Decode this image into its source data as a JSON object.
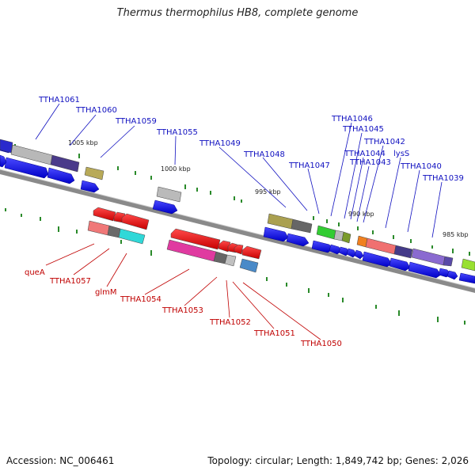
{
  "title": "Thermus thermophilus HB8, complete genome",
  "accession": "Accession: NC_006461",
  "topology": "Topology: circular; Length: 1,849,742 bp; Genes: 2,026",
  "scale_labels": [
    "1005 kbp",
    "1000 kbp",
    "995 kbp",
    "990 kbp",
    "985 kbp"
  ],
  "top_labels": [
    "TTHA1061",
    "TTHA1060",
    "TTHA1059",
    "TTHA1055",
    "TTHA1049",
    "TTHA1048",
    "TTHA1047",
    "TTHA1046",
    "TTHA1045",
    "TTHA1044",
    "TTHA1042",
    "lysS",
    "TTHA1043",
    "TTHA1040",
    "TTHA1039"
  ],
  "bottom_labels": [
    "queA",
    "TTHA1057",
    "glmM",
    "TTHA1054",
    "TTHA1053",
    "TTHA1052",
    "TTHA1051",
    "TTHA1050"
  ],
  "colors": {
    "backbone": "#8a8a8a",
    "forward_strand": "#1010e0",
    "reverse_strand": "#e01010",
    "label_forward": "#1010c0",
    "label_reverse": "#c00000",
    "gc_tick": "#2a8a2a"
  }
}
